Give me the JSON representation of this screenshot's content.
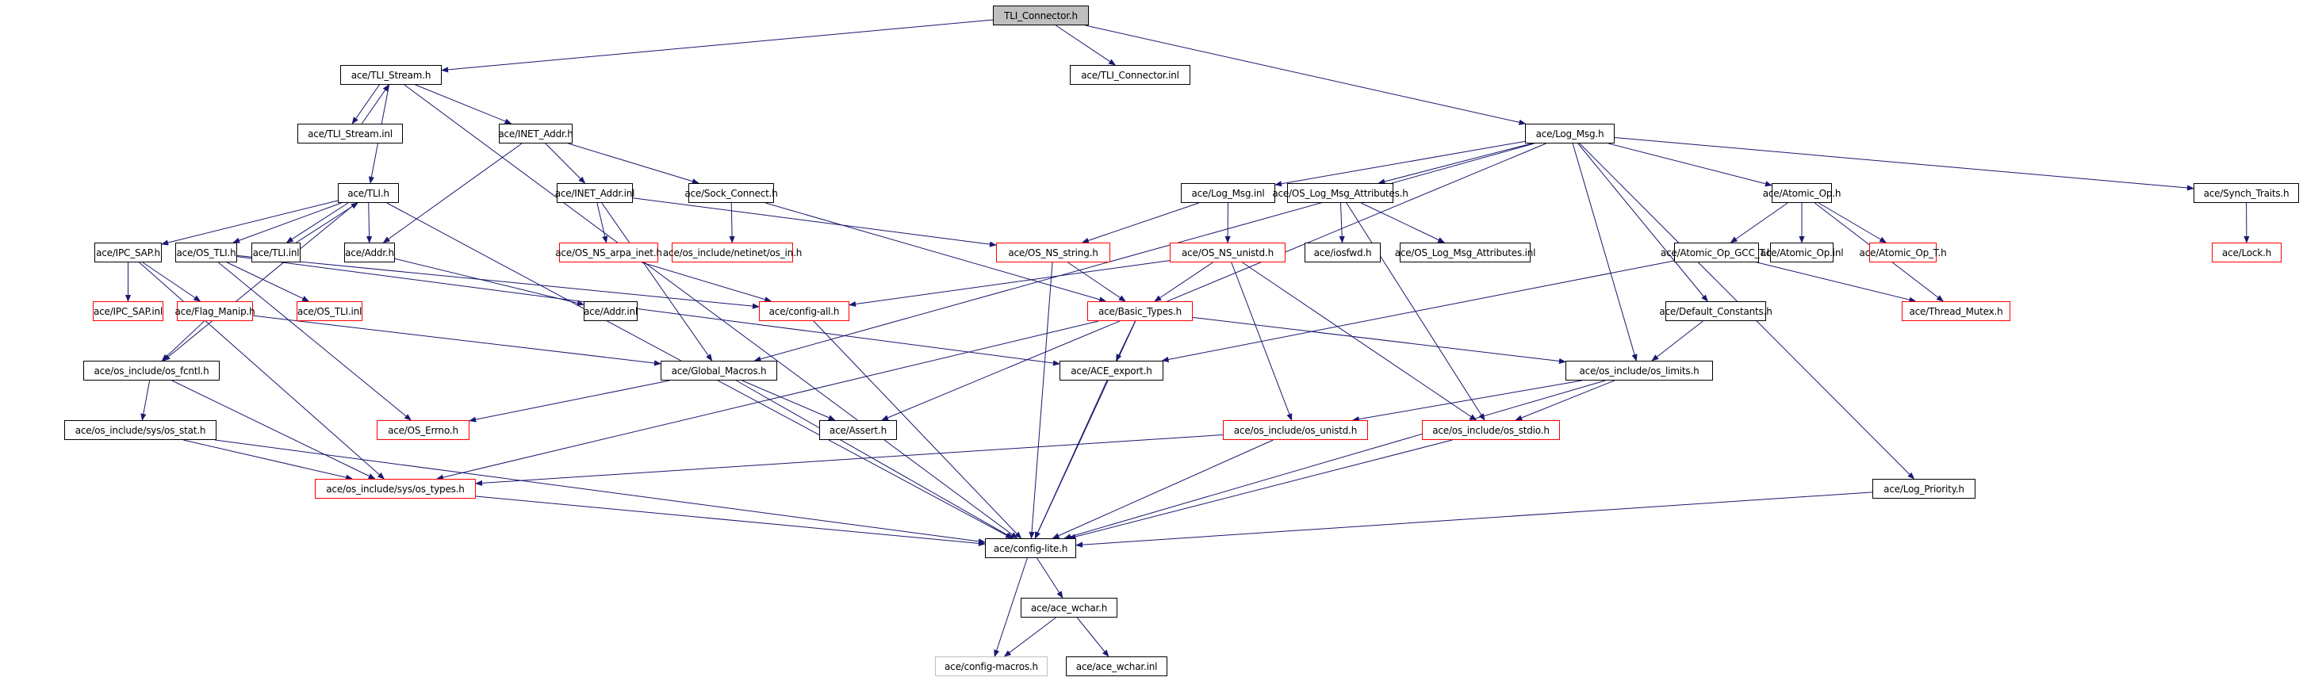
{
  "diagram": {
    "type": "include-dependency-graph",
    "root": "TLI_Connector.h",
    "colors": {
      "edge": "#191970",
      "documented_border": "#000000",
      "undocumented_border": "#ff0000",
      "external_border": "#bfbfbf",
      "root_fill": "#bfbfbf"
    },
    "nodes": [
      {
        "id": "tli_connector_h",
        "label": "TLI_Connector.h",
        "kind": "root"
      },
      {
        "id": "tli_stream_h",
        "label": "ace/TLI_Stream.h",
        "kind": "black"
      },
      {
        "id": "tli_connector_inl",
        "label": "ace/TLI_Connector.inl",
        "kind": "black"
      },
      {
        "id": "tli_stream_inl",
        "label": "ace/TLI_Stream.inl",
        "kind": "black"
      },
      {
        "id": "inet_addr_h",
        "label": "ace/INET_Addr.h",
        "kind": "black"
      },
      {
        "id": "log_msg_h",
        "label": "ace/Log_Msg.h",
        "kind": "black"
      },
      {
        "id": "tli_h",
        "label": "ace/TLI.h",
        "kind": "black"
      },
      {
        "id": "inet_addr_inl",
        "label": "ace/INET_Addr.inl",
        "kind": "black"
      },
      {
        "id": "sock_connect_h",
        "label": "ace/Sock_Connect.h",
        "kind": "black"
      },
      {
        "id": "log_msg_inl",
        "label": "ace/Log_Msg.inl",
        "kind": "black"
      },
      {
        "id": "os_log_msg_attr_h",
        "label": "ace/OS_Log_Msg_Attributes.h",
        "kind": "black"
      },
      {
        "id": "atomic_op_h",
        "label": "ace/Atomic_Op.h",
        "kind": "black"
      },
      {
        "id": "synch_traits_h",
        "label": "ace/Synch_Traits.h",
        "kind": "black"
      },
      {
        "id": "ipc_sap_h",
        "label": "ace/IPC_SAP.h",
        "kind": "black"
      },
      {
        "id": "os_tli_h",
        "label": "ace/OS_TLI.h",
        "kind": "black"
      },
      {
        "id": "tli_inl",
        "label": "ace/TLI.inl",
        "kind": "black"
      },
      {
        "id": "addr_h",
        "label": "ace/Addr.h",
        "kind": "black"
      },
      {
        "id": "os_ns_arpa_inet_h",
        "label": "ace/OS_NS_arpa_inet.h",
        "kind": "red"
      },
      {
        "id": "os_in_h",
        "label": "ace/os_include/netinet/os_in.h",
        "kind": "red"
      },
      {
        "id": "os_ns_string_h",
        "label": "ace/OS_NS_string.h",
        "kind": "red"
      },
      {
        "id": "os_ns_unistd_h",
        "label": "ace/OS_NS_unistd.h",
        "kind": "red"
      },
      {
        "id": "iosfwd_h",
        "label": "ace/iosfwd.h",
        "kind": "black"
      },
      {
        "id": "os_log_msg_attr_inl",
        "label": "ace/OS_Log_Msg_Attributes.inl",
        "kind": "black"
      },
      {
        "id": "atomic_op_gcc_t_h",
        "label": "ace/Atomic_Op_GCC_T.h",
        "kind": "black"
      },
      {
        "id": "atomic_op_inl",
        "label": "ace/Atomic_Op.inl",
        "kind": "black"
      },
      {
        "id": "atomic_op_t_h",
        "label": "ace/Atomic_Op_T.h",
        "kind": "red"
      },
      {
        "id": "lock_h",
        "label": "ace/Lock.h",
        "kind": "red"
      },
      {
        "id": "ipc_sap_inl",
        "label": "ace/IPC_SAP.inl",
        "kind": "red"
      },
      {
        "id": "flag_manip_h",
        "label": "ace/Flag_Manip.h",
        "kind": "red"
      },
      {
        "id": "os_tli_inl",
        "label": "ace/OS_TLI.inl",
        "kind": "red"
      },
      {
        "id": "addr_inl",
        "label": "ace/Addr.inl",
        "kind": "black"
      },
      {
        "id": "config_all_h",
        "label": "ace/config-all.h",
        "kind": "red"
      },
      {
        "id": "basic_types_h",
        "label": "ace/Basic_Types.h",
        "kind": "red"
      },
      {
        "id": "default_constants_h",
        "label": "ace/Default_Constants.h",
        "kind": "black"
      },
      {
        "id": "thread_mutex_h",
        "label": "ace/Thread_Mutex.h",
        "kind": "red"
      },
      {
        "id": "os_fcntl_h",
        "label": "ace/os_include/os_fcntl.h",
        "kind": "black"
      },
      {
        "id": "global_macros_h",
        "label": "ace/Global_Macros.h",
        "kind": "black"
      },
      {
        "id": "ace_export_h",
        "label": "ace/ACE_export.h",
        "kind": "black"
      },
      {
        "id": "os_limits_h",
        "label": "ace/os_include/os_limits.h",
        "kind": "black"
      },
      {
        "id": "os_errno_h",
        "label": "ace/OS_Errno.h",
        "kind": "red"
      },
      {
        "id": "assert_h",
        "label": "ace/Assert.h",
        "kind": "black"
      },
      {
        "id": "os_unistd_h",
        "label": "ace/os_include/os_unistd.h",
        "kind": "red"
      },
      {
        "id": "os_stdio_h",
        "label": "ace/os_include/os_stdio.h",
        "kind": "red"
      },
      {
        "id": "os_stat_h",
        "label": "ace/os_include/sys/os_stat.h",
        "kind": "black"
      },
      {
        "id": "os_types_h",
        "label": "ace/os_include/sys/os_types.h",
        "kind": "red"
      },
      {
        "id": "log_priority_h",
        "label": "ace/Log_Priority.h",
        "kind": "black"
      },
      {
        "id": "config_lite_h",
        "label": "ace/config-lite.h",
        "kind": "black"
      },
      {
        "id": "ace_wchar_h",
        "label": "ace/ace_wchar.h",
        "kind": "black"
      },
      {
        "id": "config_macros_h",
        "label": "ace/config-macros.h",
        "kind": "gray"
      },
      {
        "id": "ace_wchar_inl",
        "label": "ace/ace_wchar.inl",
        "kind": "black"
      }
    ],
    "edges": [
      [
        "tli_connector_h",
        "tli_stream_h"
      ],
      [
        "tli_connector_h",
        "tli_connector_inl"
      ],
      [
        "tli_connector_h",
        "log_msg_h"
      ],
      [
        "tli_stream_h",
        "tli_stream_inl"
      ],
      [
        "tli_stream_inl",
        "tli_stream_h"
      ],
      [
        "tli_stream_h",
        "inet_addr_h"
      ],
      [
        "tli_stream_h",
        "tli_h"
      ],
      [
        "tli_stream_h",
        "config_lite_h"
      ],
      [
        "inet_addr_h",
        "addr_h"
      ],
      [
        "inet_addr_h",
        "inet_addr_inl"
      ],
      [
        "inet_addr_h",
        "sock_connect_h"
      ],
      [
        "tli_h",
        "ipc_sap_h"
      ],
      [
        "tli_h",
        "os_tli_h"
      ],
      [
        "tli_h",
        "tli_inl"
      ],
      [
        "tli_inl",
        "tli_h"
      ],
      [
        "tli_h",
        "addr_h"
      ],
      [
        "tli_h",
        "os_fcntl_h"
      ],
      [
        "tli_h",
        "config_lite_h"
      ],
      [
        "inet_addr_inl",
        "os_ns_arpa_inet_h"
      ],
      [
        "inet_addr_inl",
        "os_ns_string_h"
      ],
      [
        "inet_addr_inl",
        "global_macros_h"
      ],
      [
        "sock_connect_h",
        "os_in_h"
      ],
      [
        "sock_connect_h",
        "basic_types_h"
      ],
      [
        "log_msg_h",
        "log_msg_inl"
      ],
      [
        "log_msg_h",
        "os_log_msg_attr_h"
      ],
      [
        "log_msg_h",
        "atomic_op_h"
      ],
      [
        "log_msg_h",
        "synch_traits_h"
      ],
      [
        "log_msg_h",
        "global_macros_h"
      ],
      [
        "log_msg_h",
        "assert_h"
      ],
      [
        "log_msg_h",
        "default_constants_h"
      ],
      [
        "log_msg_h",
        "os_limits_h"
      ],
      [
        "log_msg_h",
        "log_priority_h"
      ],
      [
        "log_msg_inl",
        "os_ns_string_h"
      ],
      [
        "log_msg_inl",
        "os_ns_unistd_h"
      ],
      [
        "os_log_msg_attr_h",
        "iosfwd_h"
      ],
      [
        "os_log_msg_attr_h",
        "os_log_msg_attr_inl"
      ],
      [
        "os_log_msg_attr_h",
        "os_stdio_h"
      ],
      [
        "atomic_op_h",
        "atomic_op_gcc_t_h"
      ],
      [
        "atomic_op_h",
        "atomic_op_inl"
      ],
      [
        "atomic_op_h",
        "atomic_op_t_h"
      ],
      [
        "atomic_op_h",
        "thread_mutex_h"
      ],
      [
        "synch_traits_h",
        "lock_h"
      ],
      [
        "ipc_sap_h",
        "ipc_sap_inl"
      ],
      [
        "ipc_sap_h",
        "flag_manip_h"
      ],
      [
        "ipc_sap_h",
        "os_types_h"
      ],
      [
        "os_tli_h",
        "os_tli_inl"
      ],
      [
        "os_tli_h",
        "config_all_h"
      ],
      [
        "os_tli_h",
        "ace_export_h"
      ],
      [
        "os_tli_h",
        "os_errno_h"
      ],
      [
        "addr_h",
        "addr_inl"
      ],
      [
        "os_ns_arpa_inet_h",
        "config_all_h"
      ],
      [
        "os_ns_string_h",
        "basic_types_h"
      ],
      [
        "os_ns_string_h",
        "config_lite_h"
      ],
      [
        "os_ns_unistd_h",
        "basic_types_h"
      ],
      [
        "os_ns_unistd_h",
        "config_all_h"
      ],
      [
        "os_ns_unistd_h",
        "os_unistd_h"
      ],
      [
        "os_ns_unistd_h",
        "os_stdio_h"
      ],
      [
        "atomic_op_gcc_t_h",
        "thread_mutex_h"
      ],
      [
        "atomic_op_gcc_t_h",
        "ace_export_h"
      ],
      [
        "flag_manip_h",
        "os_fcntl_h"
      ],
      [
        "flag_manip_h",
        "global_macros_h"
      ],
      [
        "config_all_h",
        "config_lite_h"
      ],
      [
        "basic_types_h",
        "ace_export_h"
      ],
      [
        "basic_types_h",
        "os_limits_h"
      ],
      [
        "basic_types_h",
        "os_types_h"
      ],
      [
        "basic_types_h",
        "config_lite_h"
      ],
      [
        "default_constants_h",
        "os_limits_h"
      ],
      [
        "os_fcntl_h",
        "os_stat_h"
      ],
      [
        "os_fcntl_h",
        "os_types_h"
      ],
      [
        "global_macros_h",
        "os_errno_h"
      ],
      [
        "global_macros_h",
        "assert_h"
      ],
      [
        "global_macros_h",
        "config_lite_h"
      ],
      [
        "ace_export_h",
        "config_lite_h"
      ],
      [
        "os_limits_h",
        "os_unistd_h"
      ],
      [
        "os_limits_h",
        "os_stdio_h"
      ],
      [
        "os_limits_h",
        "config_lite_h"
      ],
      [
        "os_unistd_h",
        "os_types_h"
      ],
      [
        "os_unistd_h",
        "config_lite_h"
      ],
      [
        "os_stdio_h",
        "config_lite_h"
      ],
      [
        "os_stat_h",
        "os_types_h"
      ],
      [
        "os_stat_h",
        "config_lite_h"
      ],
      [
        "os_types_h",
        "config_lite_h"
      ],
      [
        "log_priority_h",
        "config_lite_h"
      ],
      [
        "config_lite_h",
        "ace_wchar_h"
      ],
      [
        "config_lite_h",
        "config_macros_h"
      ],
      [
        "ace_wchar_h",
        "config_macros_h"
      ],
      [
        "ace_wchar_h",
        "ace_wchar_inl"
      ]
    ]
  }
}
